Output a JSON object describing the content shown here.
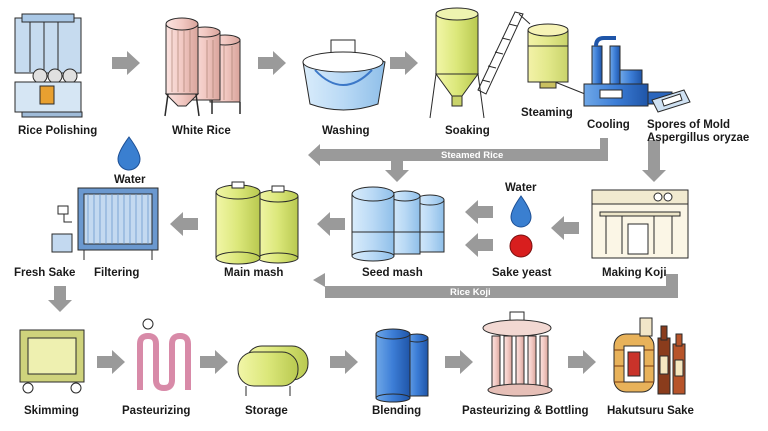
{
  "labels": {
    "rice_polishing": "Rice Polishing",
    "white_rice": "White Rice",
    "washing": "Washing",
    "soaking": "Soaking",
    "steaming": "Steaming",
    "cooling": "Cooling",
    "spores_line1": "Spores of Mold",
    "spores_line2": "Aspergillus oryzae",
    "water_left": "Water",
    "water_mid": "Water",
    "fresh_sake": "Fresh Sake",
    "filtering": "Filtering",
    "main_mash": "Main mash",
    "seed_mash": "Seed mash",
    "sake_yeast": "Sake yeast",
    "making_koji": "Making Koji",
    "skimming": "Skimming",
    "pasteurizing": "Pasteurizing",
    "storage": "Storage",
    "blending": "Blending",
    "pasteurizing_bottling": "Pasteurizing & Bottling",
    "hakutsuru_sake": "Hakutsuru Sake"
  },
  "flows": {
    "steamed_rice": "Steamed Rice",
    "rice_koji": "Rice Koji"
  },
  "colors": {
    "arrow": "#9a9a9a",
    "water": "#3a7fd0",
    "yeast": "#d81e1e",
    "outline": "#2a2a2a"
  }
}
